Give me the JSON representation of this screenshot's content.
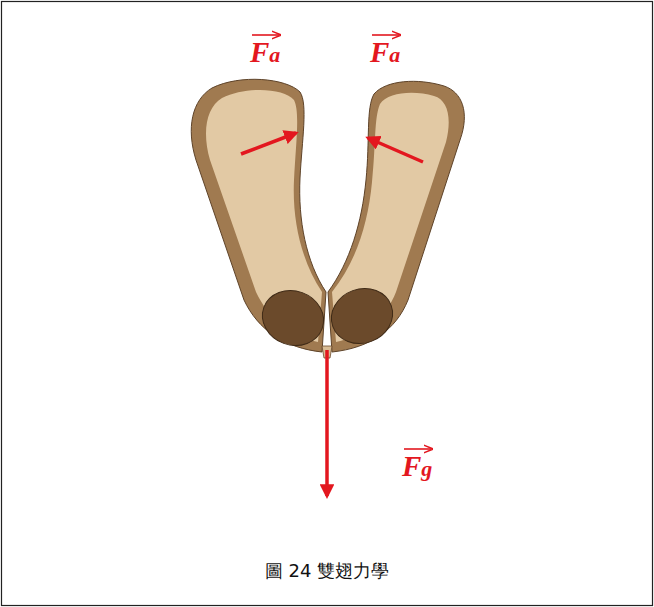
{
  "diagram": {
    "caption": "圖 24 雙翅力學",
    "labels": [
      "Fa",
      "Fa",
      "Fg"
    ]
  }
}
